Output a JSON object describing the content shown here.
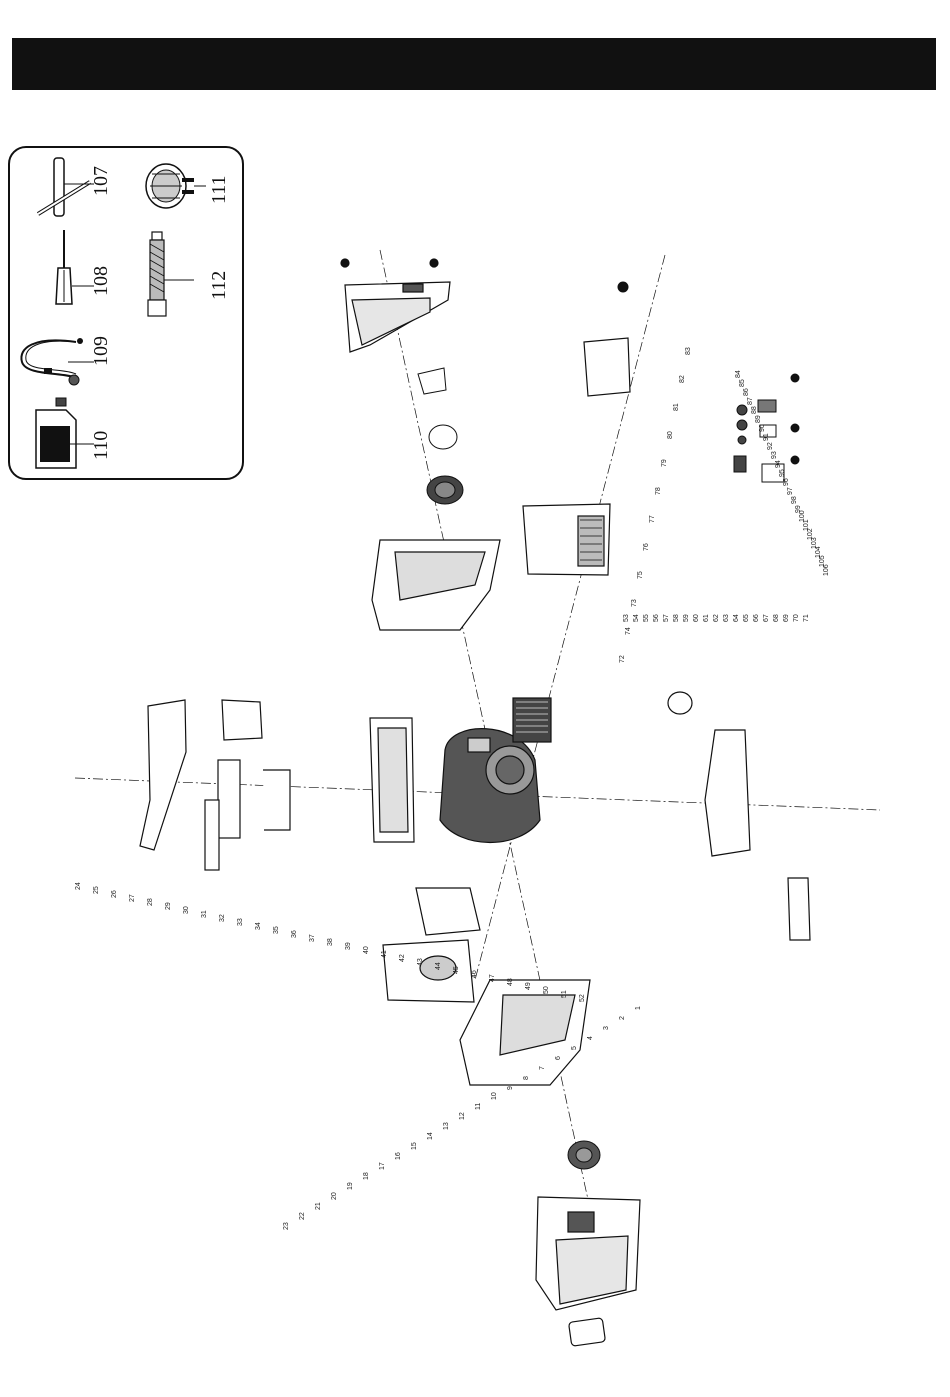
{
  "header": {
    "title": ""
  },
  "tools": [
    {
      "number": "107",
      "icon": "t-wrench-icon"
    },
    {
      "number": "111",
      "icon": "outlet-plug-icon"
    },
    {
      "number": "108",
      "icon": "screwdriver-icon"
    },
    {
      "number": "112",
      "icon": "spark-plug-socket-icon"
    },
    {
      "number": "109",
      "icon": "dc-charging-cable-icon"
    },
    {
      "number": "110",
      "icon": "oil-bottle-icon"
    }
  ],
  "callouts": {
    "top_group": [
      "83",
      "82",
      "81",
      "80",
      "79",
      "78",
      "77",
      "76",
      "75",
      "73",
      "74",
      "72"
    ],
    "right_group": [
      "53",
      "54",
      "55",
      "56",
      "57",
      "58",
      "59",
      "60",
      "61",
      "62",
      "63",
      "64",
      "65",
      "66",
      "67",
      "68",
      "69",
      "70",
      "71"
    ],
    "left_group": [
      "24",
      "25",
      "26",
      "27",
      "28",
      "29",
      "30",
      "31",
      "32",
      "33",
      "34",
      "35",
      "36",
      "37",
      "38",
      "39",
      "40",
      "41",
      "42",
      "43",
      "44",
      "45",
      "46",
      "47",
      "48",
      "49",
      "50",
      "51",
      "52"
    ],
    "bottom_group": [
      "1",
      "2",
      "3",
      "4",
      "5",
      "6",
      "7",
      "8",
      "9",
      "10",
      "11",
      "12",
      "13",
      "14",
      "15",
      "16",
      "17",
      "18",
      "19",
      "20",
      "21",
      "22",
      "23"
    ],
    "panel_group": [
      "84",
      "85",
      "86",
      "87",
      "88",
      "89",
      "90",
      "91",
      "92",
      "93",
      "94",
      "95",
      "96",
      "97",
      "98",
      "99",
      "100",
      "101",
      "102",
      "103",
      "104",
      "105",
      "106"
    ]
  }
}
